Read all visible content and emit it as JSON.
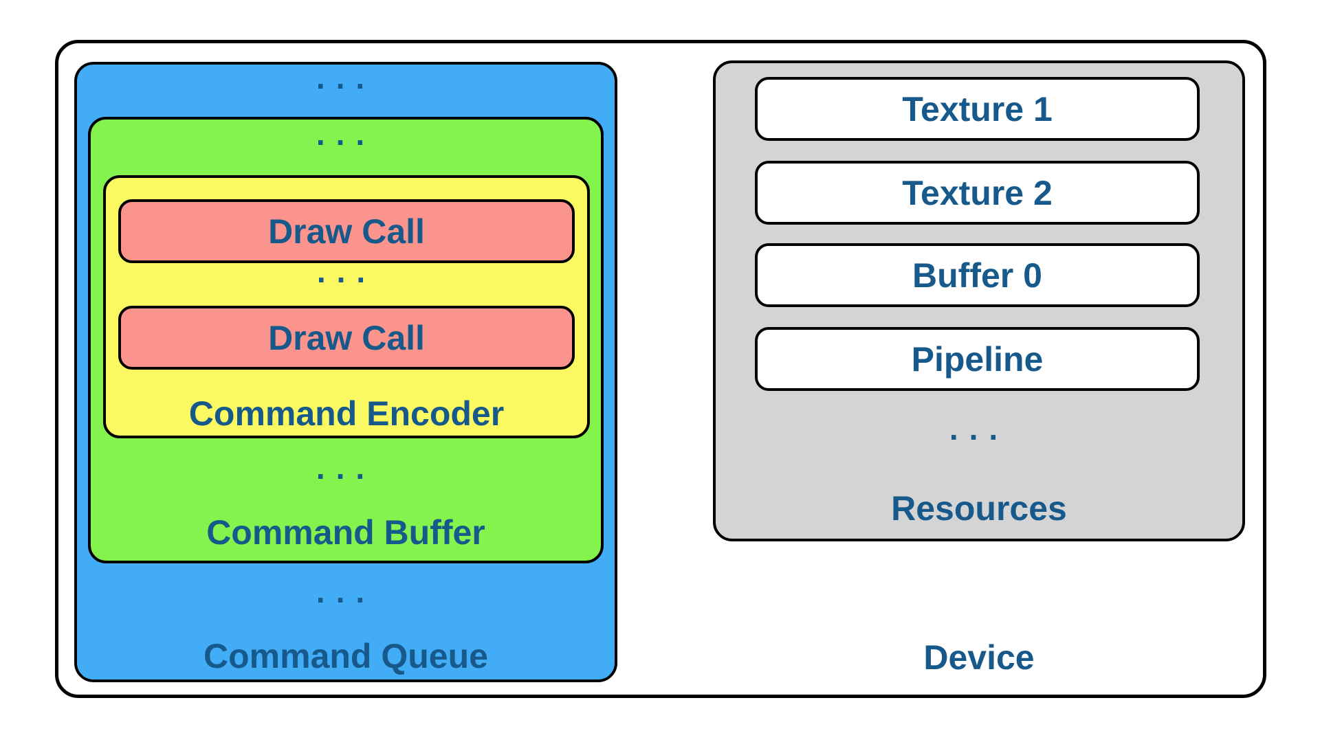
{
  "palette": {
    "command_queue_fill": "#42ADF6",
    "command_buffer_fill": "#84F34D",
    "command_encoder_fill": "#FBF962",
    "draw_call_fill": "#FB948C",
    "resources_fill": "#D4D4D4",
    "item_fill": "#FFFFFF",
    "outline": "#000000",
    "text": "#17598A",
    "background": "#FFFFFF"
  },
  "device": {
    "label": "Device",
    "command_queue": {
      "label": "Command Queue",
      "ellipsis_top": "...",
      "ellipsis_bottom": "...",
      "command_buffer": {
        "label": "Command Buffer",
        "ellipsis_top": "...",
        "ellipsis_bottom": "...",
        "command_encoder": {
          "label": "Command Encoder",
          "draw_calls": [
            "Draw Call",
            "Draw Call"
          ],
          "ellipsis_between": "..."
        }
      }
    },
    "resources": {
      "label": "Resources",
      "items": [
        "Texture 1",
        "Texture 2",
        "Buffer 0",
        "Pipeline"
      ],
      "ellipsis": "..."
    }
  }
}
